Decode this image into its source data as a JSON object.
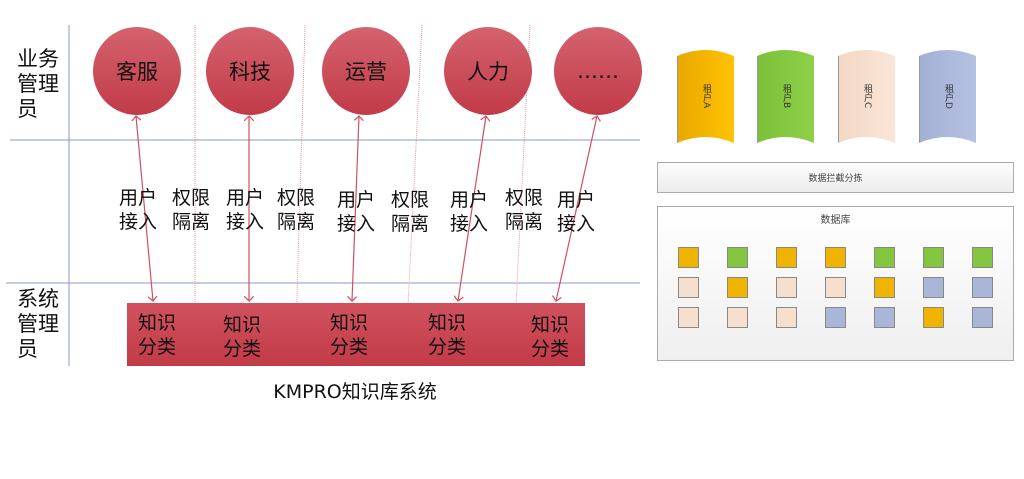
{
  "roles": {
    "business": "业务管理员",
    "system": "系统管理员"
  },
  "departments": [
    "客服",
    "科技",
    "运营",
    "人力",
    "……"
  ],
  "access_labels": [
    "用户接入",
    "用户接入",
    "用户接入",
    "用户接入",
    "用户接入"
  ],
  "isolation_labels": [
    "权限隔离",
    "权限隔离",
    "权限隔离",
    "权限隔离"
  ],
  "categories": [
    "知识分类",
    "知识分类",
    "知识分类",
    "知识分类",
    "知识分类"
  ],
  "system_title": "KMPRO知识库系统",
  "tenants": [
    {
      "label": "租户A",
      "color": "#f0b400"
    },
    {
      "label": "租户B",
      "color": "#84c640"
    },
    {
      "label": "租户C",
      "color": "#f6dfcd"
    },
    {
      "label": "租户D",
      "color": "#aab6d8"
    }
  ],
  "filter_label": "数据拦截分拣",
  "database_label": "数据库",
  "database_grid": [
    [
      "A",
      "B",
      "A",
      "A",
      "B",
      "B",
      "B"
    ],
    [
      "C",
      "A",
      "C",
      "C",
      "A",
      "D",
      "D"
    ],
    [
      "C",
      "C",
      "C",
      "D",
      "D",
      "A",
      "D"
    ]
  ]
}
